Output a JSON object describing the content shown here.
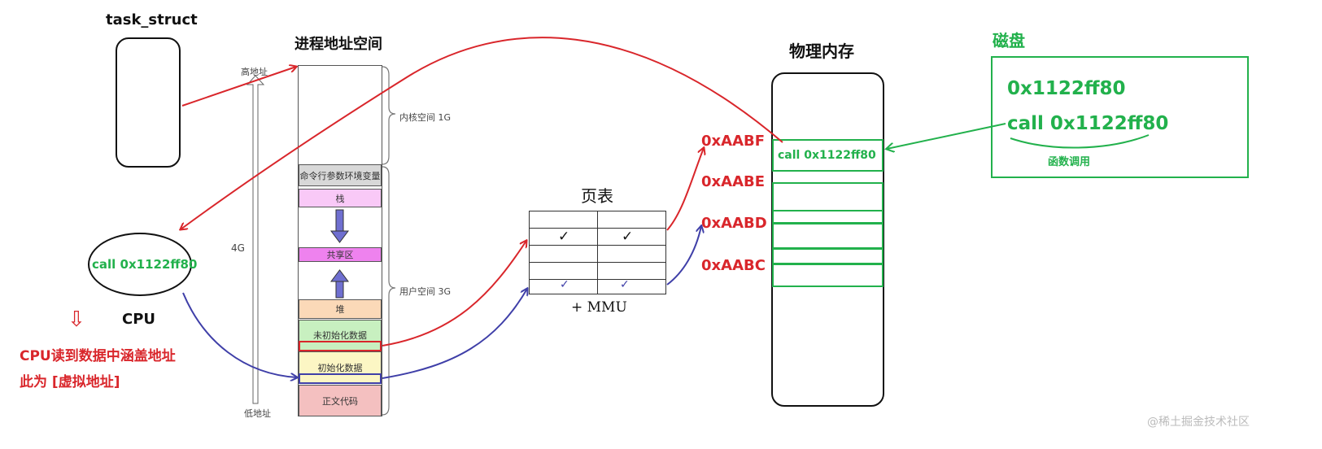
{
  "task_struct": {
    "label": "task_struct"
  },
  "vas": {
    "title": "进程地址空间",
    "high_addr": "高地址",
    "low_addr": "低地址",
    "size_4g": "4G",
    "kernel_label": "内核空间 1G",
    "user_label": "用户空间 3G",
    "segments": {
      "args_env": "命令行参数环境变量",
      "stack": "栈",
      "shared": "共享区",
      "heap": "堆",
      "bss": "未初始化数据",
      "data": "初始化数据",
      "text": "正文代码"
    }
  },
  "cpu": {
    "instruction": "call 0x1122ff80",
    "label": "CPU",
    "down_arrow": "⇩",
    "note_line1": "CPU读到数据中涵盖地址",
    "note_line2": "此为 [虚拟地址]"
  },
  "page_table": {
    "title": "页表",
    "mmu": "+ MMU",
    "check": "✓"
  },
  "physical": {
    "title": "物理内存",
    "content": "call 0x1122ff80",
    "addrs": [
      "0xAABF",
      "0xAABE",
      "0xAABD",
      "0xAABC"
    ]
  },
  "disk": {
    "title": "磁盘",
    "line1": "0x1122ff80",
    "line2": "call 0x1122ff80",
    "note": "函数调用"
  },
  "watermark": "@稀土掘金技术社区",
  "colors": {
    "red": "#d9262b",
    "blue": "#3f3fa8",
    "green": "#22b14c"
  }
}
